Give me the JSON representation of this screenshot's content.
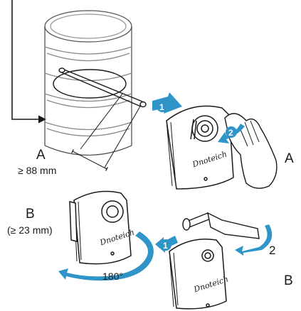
{
  "labels": {
    "pipe_side": "A",
    "pipe_dim": "≥ 88 mm",
    "actuator_top_side": "A",
    "left_side": "B",
    "left_dim": "(≥ 23 mm)",
    "rotation": "180°",
    "bottom_right_side": "B"
  },
  "steps": {
    "top_one": "1",
    "top_two": "2",
    "bottom_one": "1",
    "bottom_two": "2"
  },
  "brand": {
    "script_text": "Dnoteich"
  },
  "colors": {
    "accent": "#2f95c9",
    "line": "#1a1a1a",
    "pipe": "#555555"
  }
}
